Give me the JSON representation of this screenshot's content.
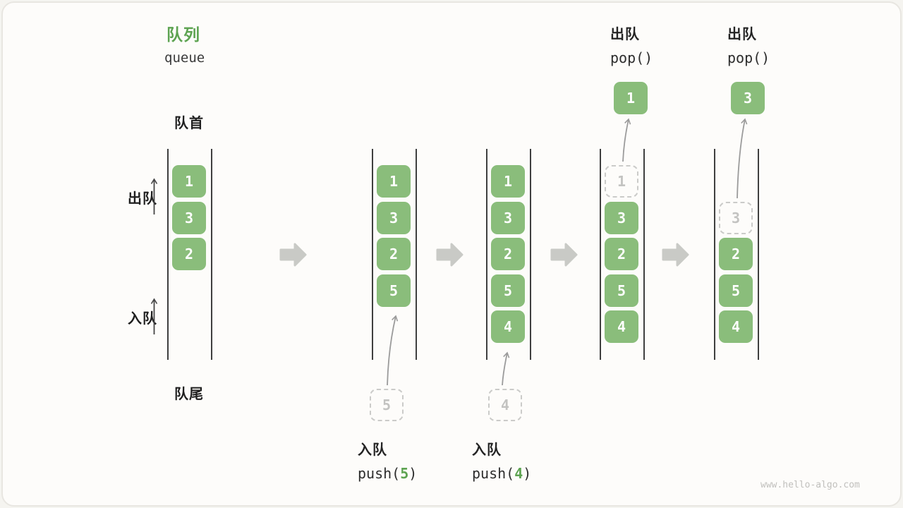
{
  "title": {
    "zh": "队列",
    "en": "queue"
  },
  "side_labels": {
    "front": "队首",
    "rear": "队尾",
    "dequeue": "出队",
    "enqueue": "入队"
  },
  "watermark": "www.hello-algo.com",
  "colors": {
    "box_green": "#8ABD7B",
    "accent_green": "#5DA351",
    "dashed_gray": "#CBCBC9",
    "arrow_gray": "#9B9B9B",
    "block_arrow_gray": "#C9CAC6",
    "wall_dark": "#3F3F3F"
  },
  "states": [
    {
      "name": "state-1",
      "slots": [
        {
          "row": 0,
          "value": "1",
          "style": "solid"
        },
        {
          "row": 1,
          "value": "3",
          "style": "solid"
        },
        {
          "row": 2,
          "value": "2",
          "style": "solid"
        }
      ]
    },
    {
      "name": "state-2",
      "slots": [
        {
          "row": 0,
          "value": "1",
          "style": "solid"
        },
        {
          "row": 1,
          "value": "3",
          "style": "solid"
        },
        {
          "row": 2,
          "value": "2",
          "style": "solid"
        },
        {
          "row": 3,
          "value": "5",
          "style": "solid"
        }
      ],
      "pending": {
        "value": "5"
      },
      "op_bottom": {
        "label": "入队",
        "fn": "push(",
        "arg": "5",
        "close": ")"
      }
    },
    {
      "name": "state-3",
      "slots": [
        {
          "row": 0,
          "value": "1",
          "style": "solid"
        },
        {
          "row": 1,
          "value": "3",
          "style": "solid"
        },
        {
          "row": 2,
          "value": "2",
          "style": "solid"
        },
        {
          "row": 3,
          "value": "5",
          "style": "solid"
        },
        {
          "row": 4,
          "value": "4",
          "style": "solid"
        }
      ],
      "pending": {
        "value": "4"
      },
      "op_bottom": {
        "label": "入队",
        "fn": "push(",
        "arg": "4",
        "close": ")"
      }
    },
    {
      "name": "state-4",
      "slots": [
        {
          "row": 0,
          "value": "1",
          "style": "dashed"
        },
        {
          "row": 1,
          "value": "3",
          "style": "solid"
        },
        {
          "row": 2,
          "value": "2",
          "style": "solid"
        },
        {
          "row": 3,
          "value": "5",
          "style": "solid"
        },
        {
          "row": 4,
          "value": "4",
          "style": "solid"
        }
      ],
      "popped": {
        "value": "1"
      },
      "op_top": {
        "label": "出队",
        "fn": "pop()"
      }
    },
    {
      "name": "state-5",
      "slots": [
        {
          "row": 1,
          "value": "3",
          "style": "dashed"
        },
        {
          "row": 2,
          "value": "2",
          "style": "solid"
        },
        {
          "row": 3,
          "value": "5",
          "style": "solid"
        },
        {
          "row": 4,
          "value": "4",
          "style": "solid"
        }
      ],
      "popped": {
        "value": "3"
      },
      "op_top": {
        "label": "出队",
        "fn": "pop()"
      }
    }
  ]
}
